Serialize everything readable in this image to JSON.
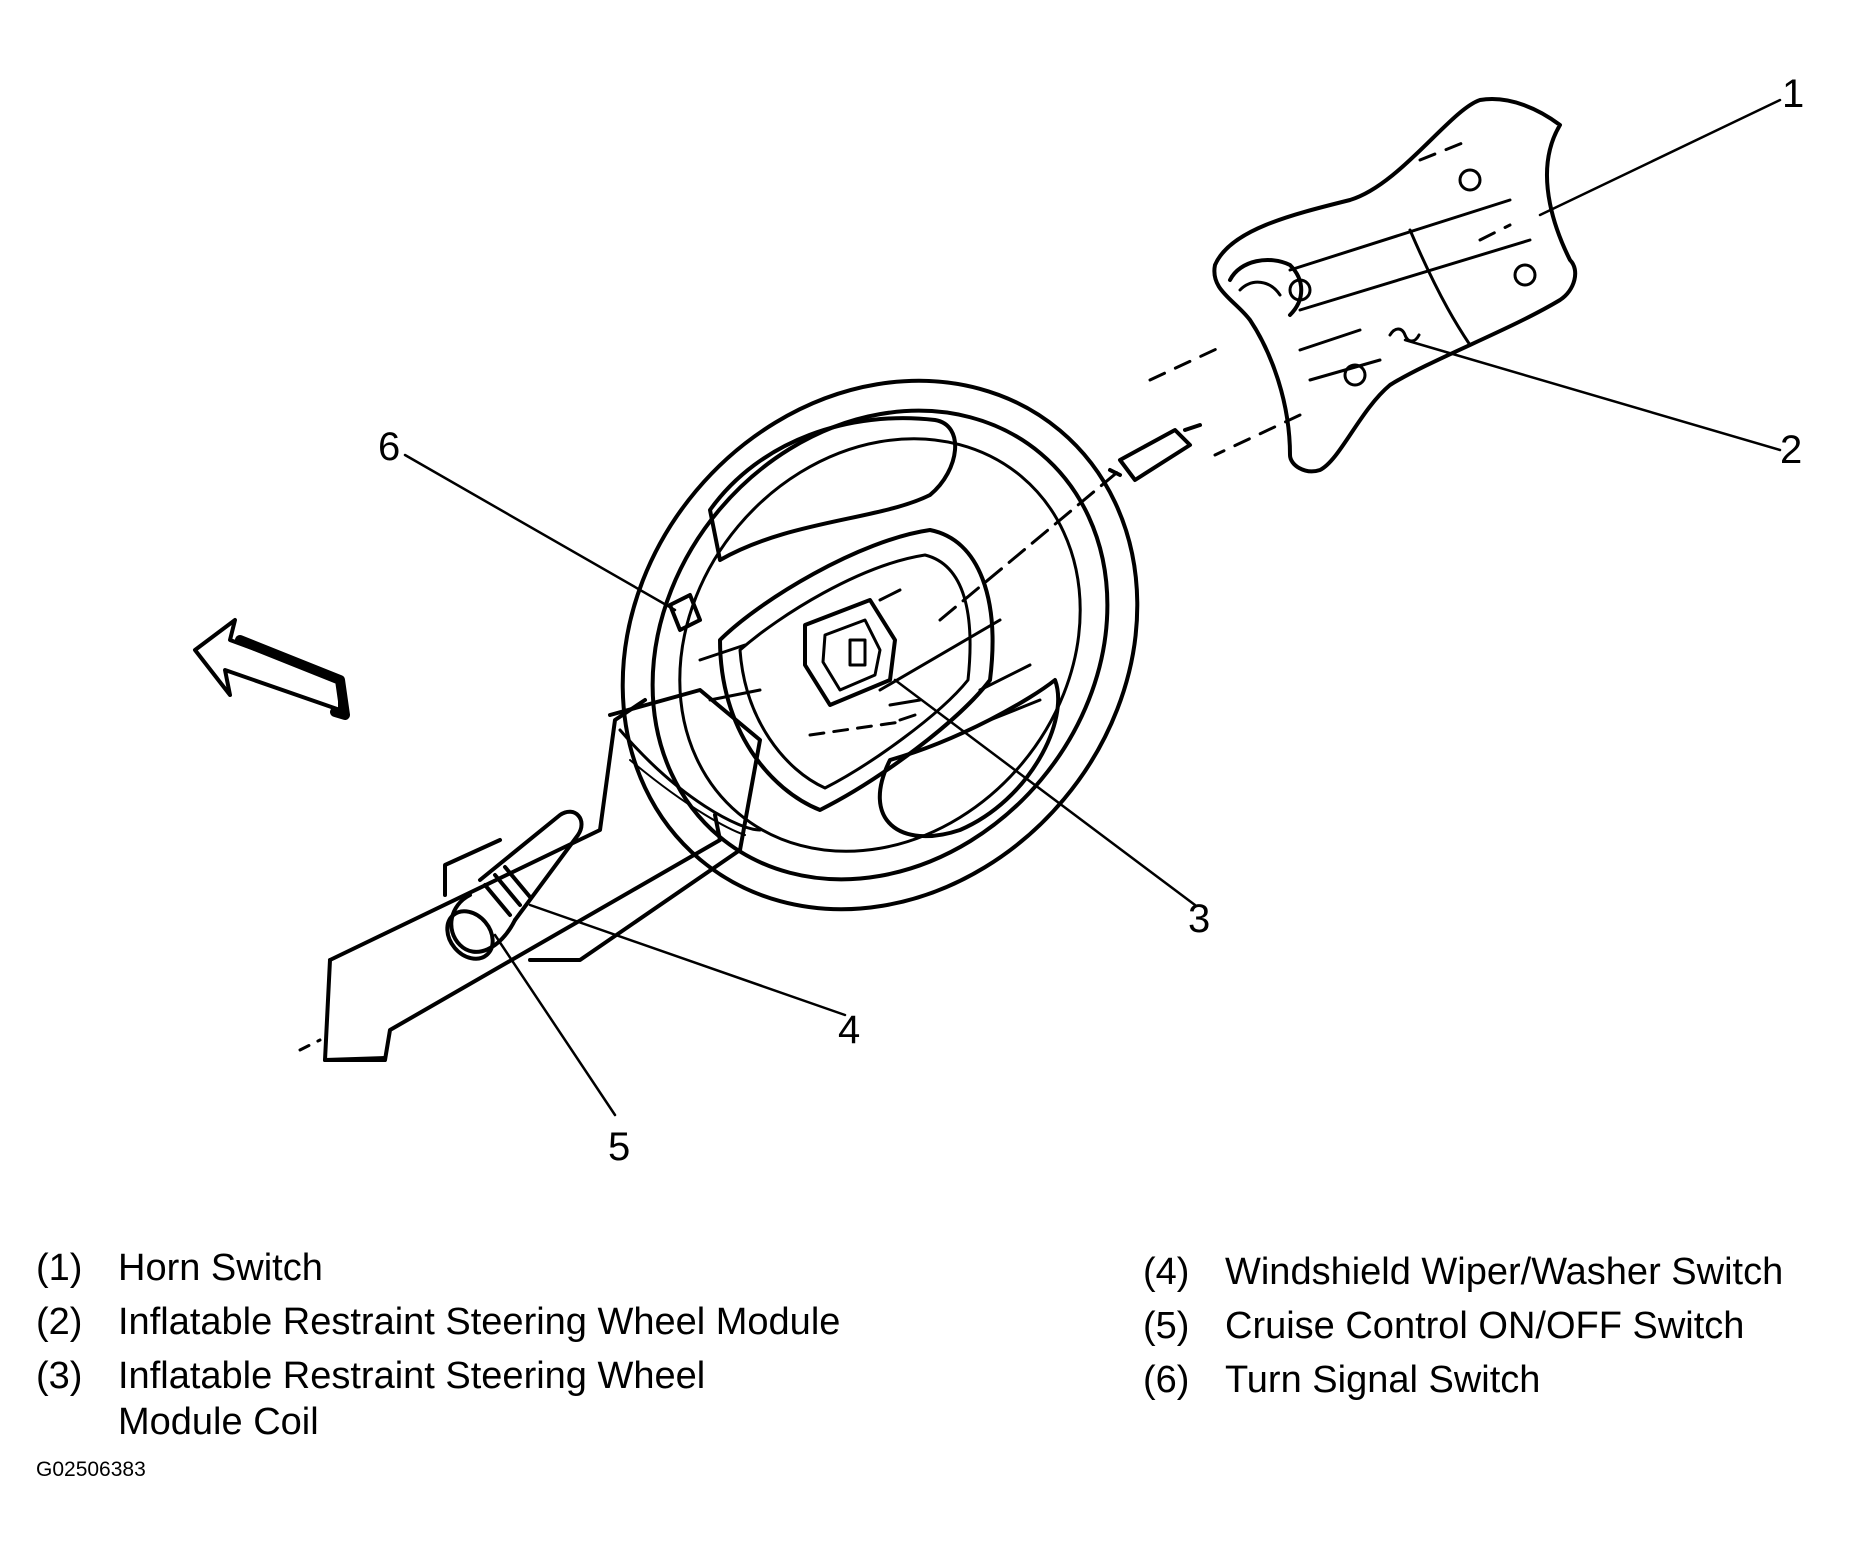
{
  "callouts": [
    "1",
    "2",
    "3",
    "4",
    "5",
    "6"
  ],
  "legend": {
    "left": [
      {
        "num": "(1)",
        "text": "Horn Switch"
      },
      {
        "num": "(2)",
        "text": "Inflatable Restraint Steering Wheel Module"
      },
      {
        "num": "(3)",
        "text": "Inflatable Restraint Steering Wheel\nModule Coil"
      }
    ],
    "right": [
      {
        "num": "(4)",
        "text": "Windshield Wiper/Washer Switch"
      },
      {
        "num": "(5)",
        "text": "Cruise Control ON/OFF Switch"
      },
      {
        "num": "(6)",
        "text": "Turn Signal Switch"
      }
    ]
  },
  "figure_id": "G02506383"
}
